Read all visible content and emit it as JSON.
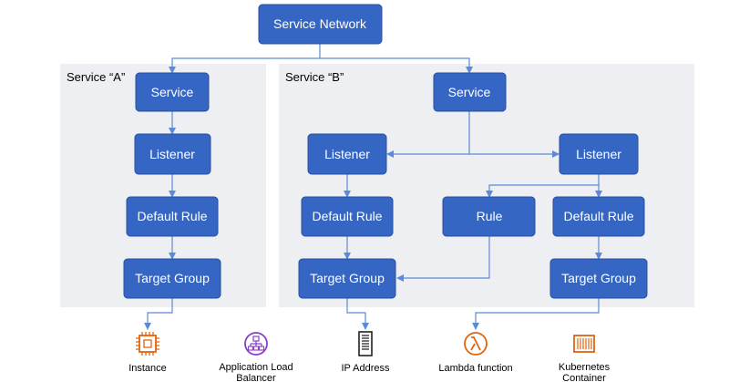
{
  "diagram": {
    "title": "Service Network",
    "panels": {
      "a": "Service “A”",
      "b": "Service “B”"
    },
    "nodes": {
      "service_a": "Service",
      "listener_a": "Listener",
      "default_rule_a": "Default Rule",
      "target_group_a": "Target Group",
      "service_b": "Service",
      "listener_b1": "Listener",
      "listener_b2": "Listener",
      "default_rule_b1": "Default Rule",
      "rule_b2": "Rule",
      "default_rule_b2": "Default Rule",
      "target_group_b1": "Target Group",
      "target_group_b2": "Target Group"
    },
    "targets": [
      {
        "icon": "ec2-instance-icon",
        "color": "#e0650f",
        "label_lines": [
          "Instance"
        ]
      },
      {
        "icon": "application-load-balancer-icon",
        "color": "#8a3ec9",
        "label_lines": [
          "Application Load",
          "Balancer"
        ]
      },
      {
        "icon": "server-icon",
        "color": "#222222",
        "label_lines": [
          "IP Address"
        ]
      },
      {
        "icon": "lambda-function-icon",
        "color": "#e0650f",
        "label_lines": [
          "Lambda function"
        ]
      },
      {
        "icon": "kubernetes-container-icon",
        "color": "#e0650f",
        "label_lines": [
          "Kubernetes",
          "Container"
        ]
      }
    ]
  }
}
